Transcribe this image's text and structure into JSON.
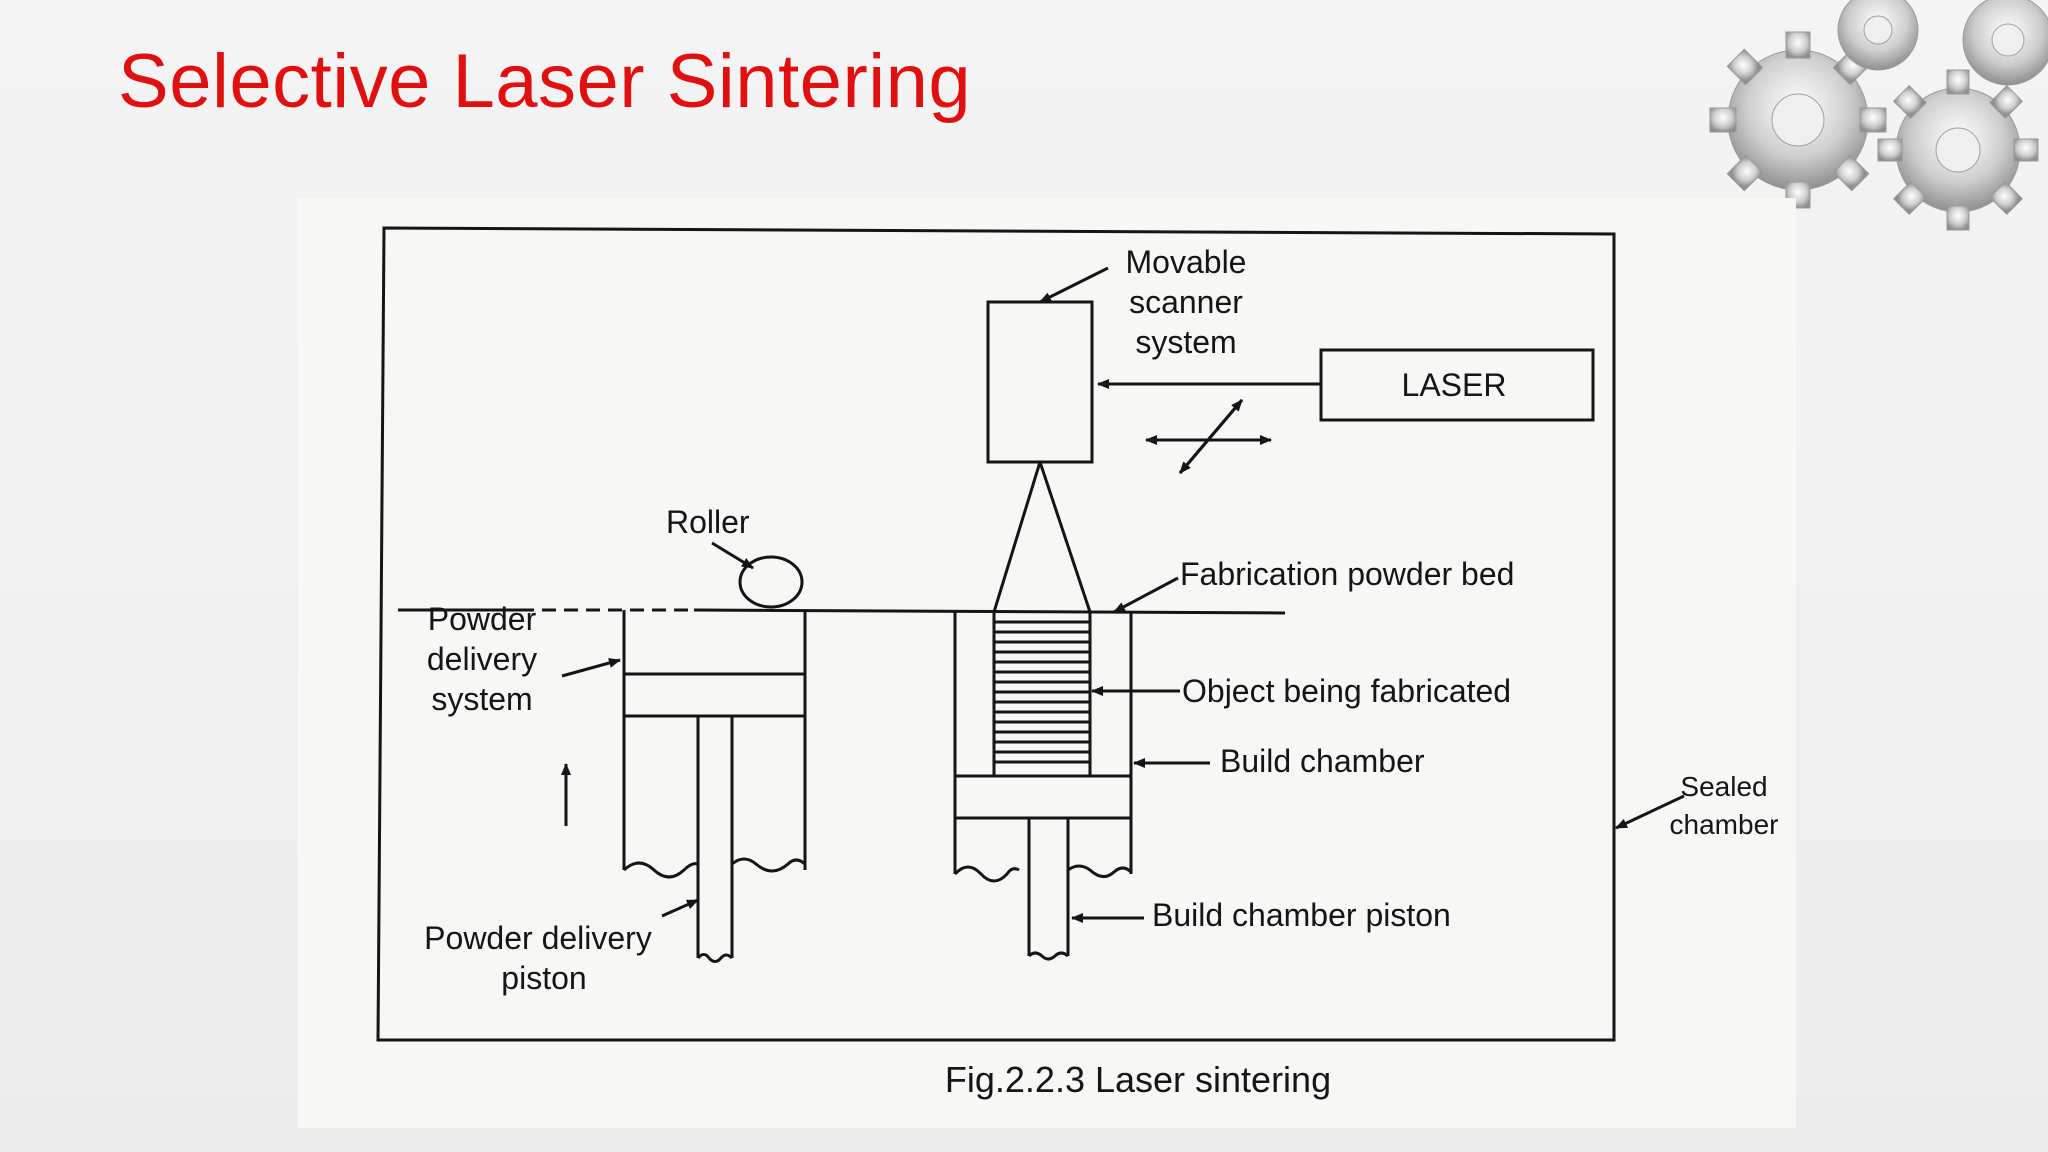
{
  "slide": {
    "title": "Selective Laser Sintering"
  },
  "diagram": {
    "labels": {
      "movable_scanner_1": "Movable",
      "movable_scanner_2": "scanner",
      "movable_scanner_3": "system",
      "laser": "LASER",
      "roller": "Roller",
      "fabrication_powder_bed": "Fabrication powder bed",
      "powder_delivery_1": "Powder",
      "powder_delivery_2": "delivery",
      "powder_delivery_3": "system",
      "object_being_fabricated": "Object being fabricated",
      "build_chamber": "Build chamber",
      "sealed_chamber_1": "Sealed",
      "sealed_chamber_2": "chamber",
      "powder_delivery_piston_1": "Powder delivery",
      "powder_delivery_piston_2": "piston",
      "build_chamber_piston": "Build chamber piston"
    },
    "caption": "Fig.2.2.3 Laser sintering"
  },
  "colors": {
    "title": "#e01010",
    "ink": "#151515",
    "panel": "#f7f7f5"
  },
  "icons": [
    "gears-decoration-icon"
  ]
}
